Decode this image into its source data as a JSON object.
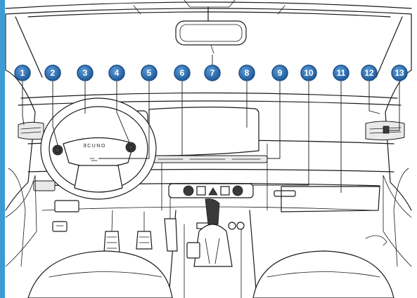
{
  "callouts": [
    {
      "label": "1"
    },
    {
      "label": "2"
    },
    {
      "label": "3"
    },
    {
      "label": "4"
    },
    {
      "label": "5"
    },
    {
      "label": "6"
    },
    {
      "label": "7"
    },
    {
      "label": "8"
    },
    {
      "label": "9"
    },
    {
      "label": "10"
    },
    {
      "label": "11"
    },
    {
      "label": "12"
    },
    {
      "label": "13"
    }
  ],
  "steering_wheel": {
    "brand": "ƎCUNO"
  },
  "colors": {
    "callout_fill": "#2f6fb0",
    "callout_ring": "#1d4f86",
    "side_bar": "#3b9bd4",
    "line": "#1a1a1a"
  }
}
